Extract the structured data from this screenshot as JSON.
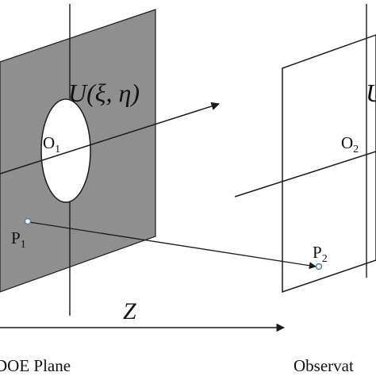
{
  "diagram": {
    "doe_field_label": "U(ξ, η)",
    "observation_field_label": "U",
    "origin_doe": "O",
    "origin_doe_sub": "1",
    "origin_obs": "O",
    "origin_obs_sub": "2",
    "point_doe": "P",
    "point_doe_sub": "1",
    "point_obs": "P",
    "point_obs_sub": "2",
    "distance_label": "Z",
    "doe_plane_label": "DOE Plane",
    "observation_plane_label": "Observat"
  },
  "colors": {
    "doe_plane_fill": "#8f8f8f",
    "aperture_fill": "#ffffff",
    "line": "#1a1a1a",
    "point_marker": "#4f7fa8"
  }
}
